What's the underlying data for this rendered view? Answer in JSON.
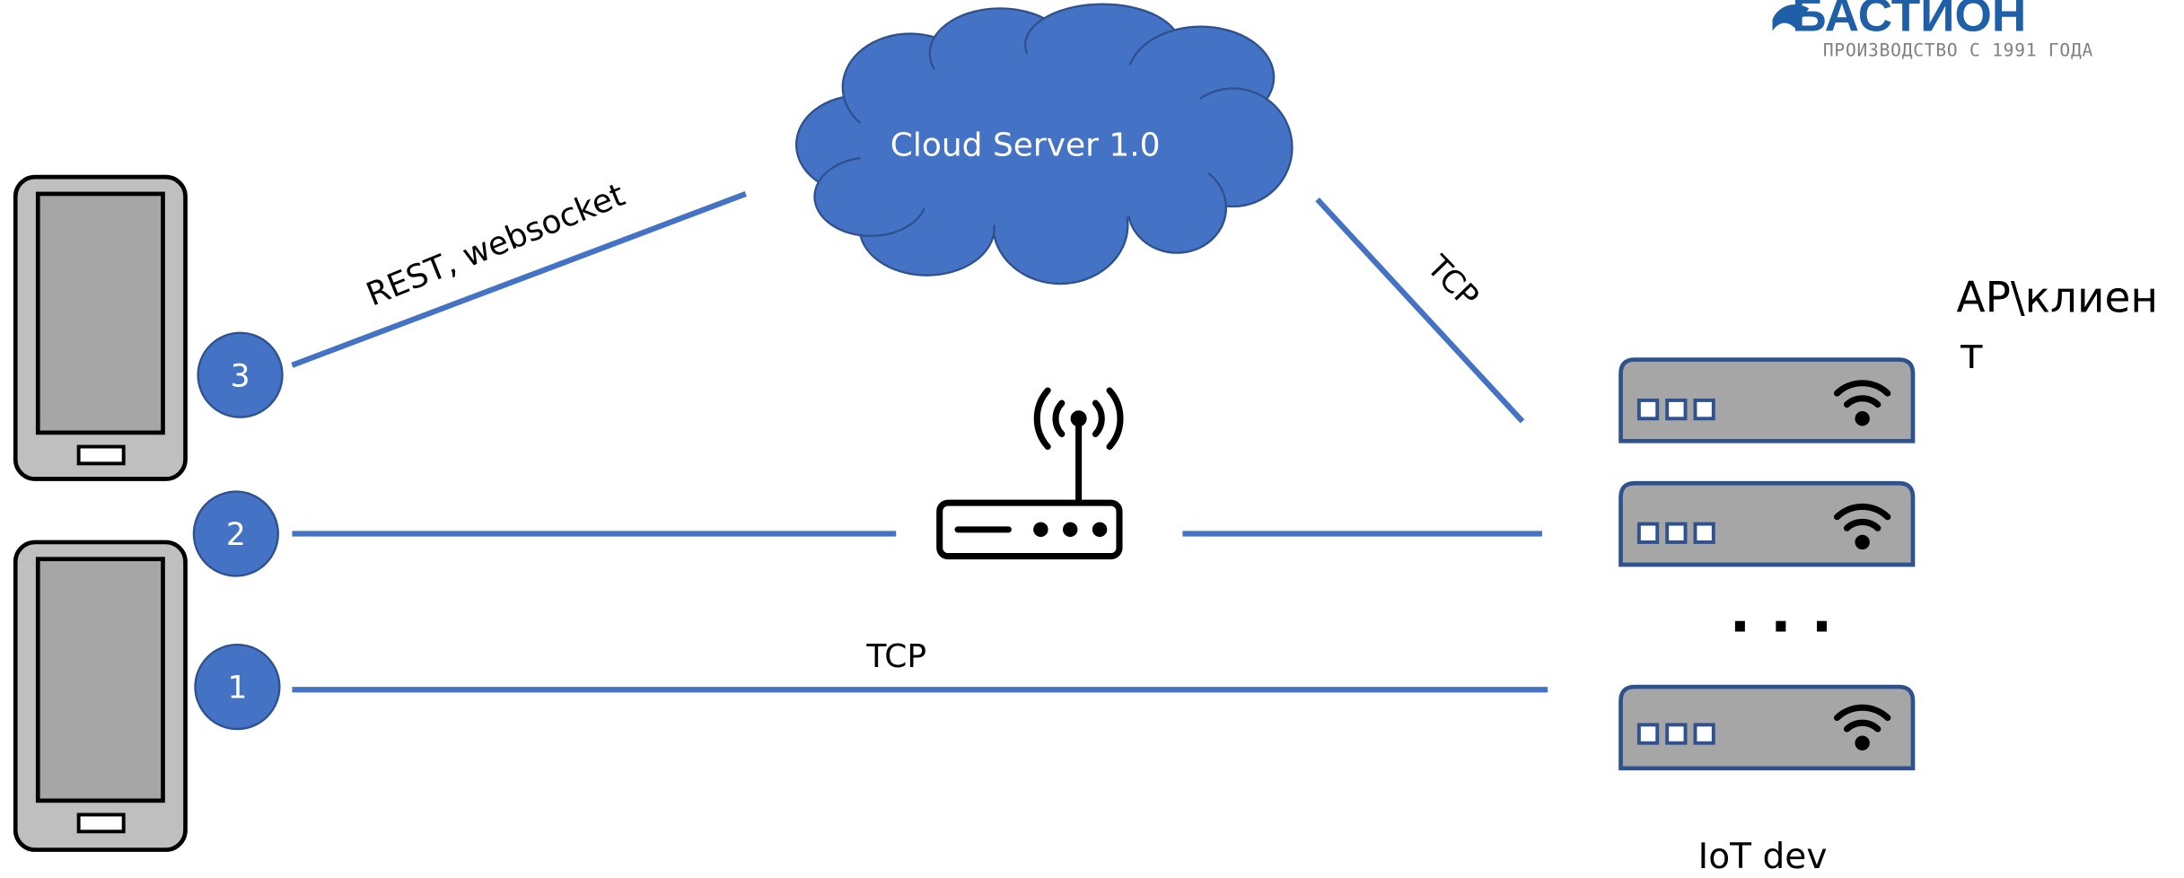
{
  "logo": {
    "name": "БАСТИОН",
    "tagline": "ПРОИЗВОДСТВО С 1991 ГОДА",
    "color": "#1f5fa8"
  },
  "cloud": {
    "label": "Cloud Server 1.0",
    "fill": "#4472c4",
    "stroke": "#2f528f"
  },
  "connections": [
    {
      "number": "3",
      "label": "REST, websocket"
    },
    {
      "number": "2",
      "label": ""
    },
    {
      "number": "1",
      "label": "TCP"
    }
  ],
  "cloud_device_link": {
    "label": "TCP"
  },
  "device_mode": {
    "line1": "AP\\клиен",
    "line2": "т"
  },
  "devices": {
    "label": "IoT dev",
    "ellipsis": "· · ·"
  },
  "colors": {
    "line": "#4472c4",
    "badge": "#4472c4",
    "device_fill": "#a6a6a6",
    "device_stroke": "#2f528f",
    "phone_fill": "#a6a6a6"
  }
}
